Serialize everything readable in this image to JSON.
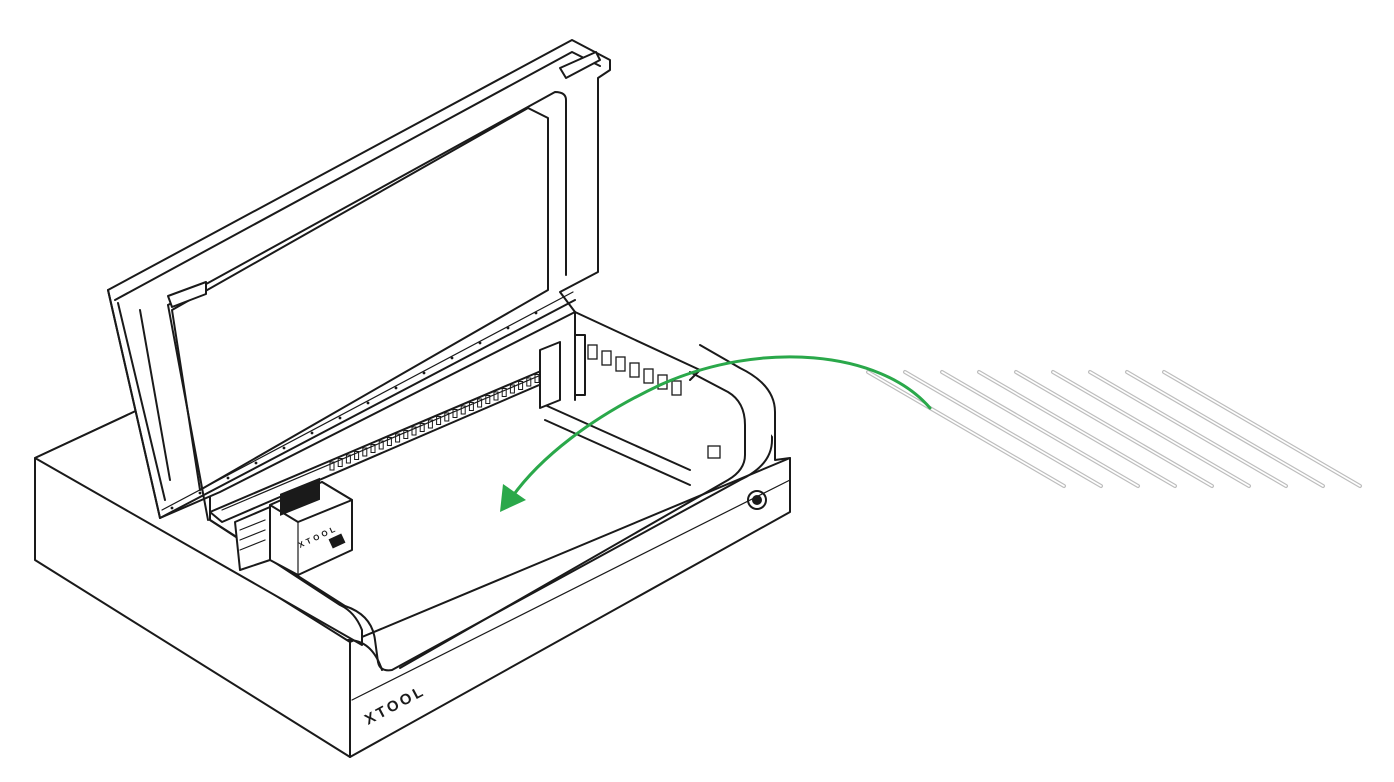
{
  "figure": {
    "front_logo": "XTOOL",
    "module_logo": "XTOOL"
  },
  "slats": {
    "count": 9
  },
  "colors": {
    "arrow": "#2aa84a",
    "outline": "#1a1a1a",
    "slat": "#bdbdbd",
    "background": "#ffffff"
  },
  "icons": {
    "arrow": "curved-arrow-icon"
  }
}
